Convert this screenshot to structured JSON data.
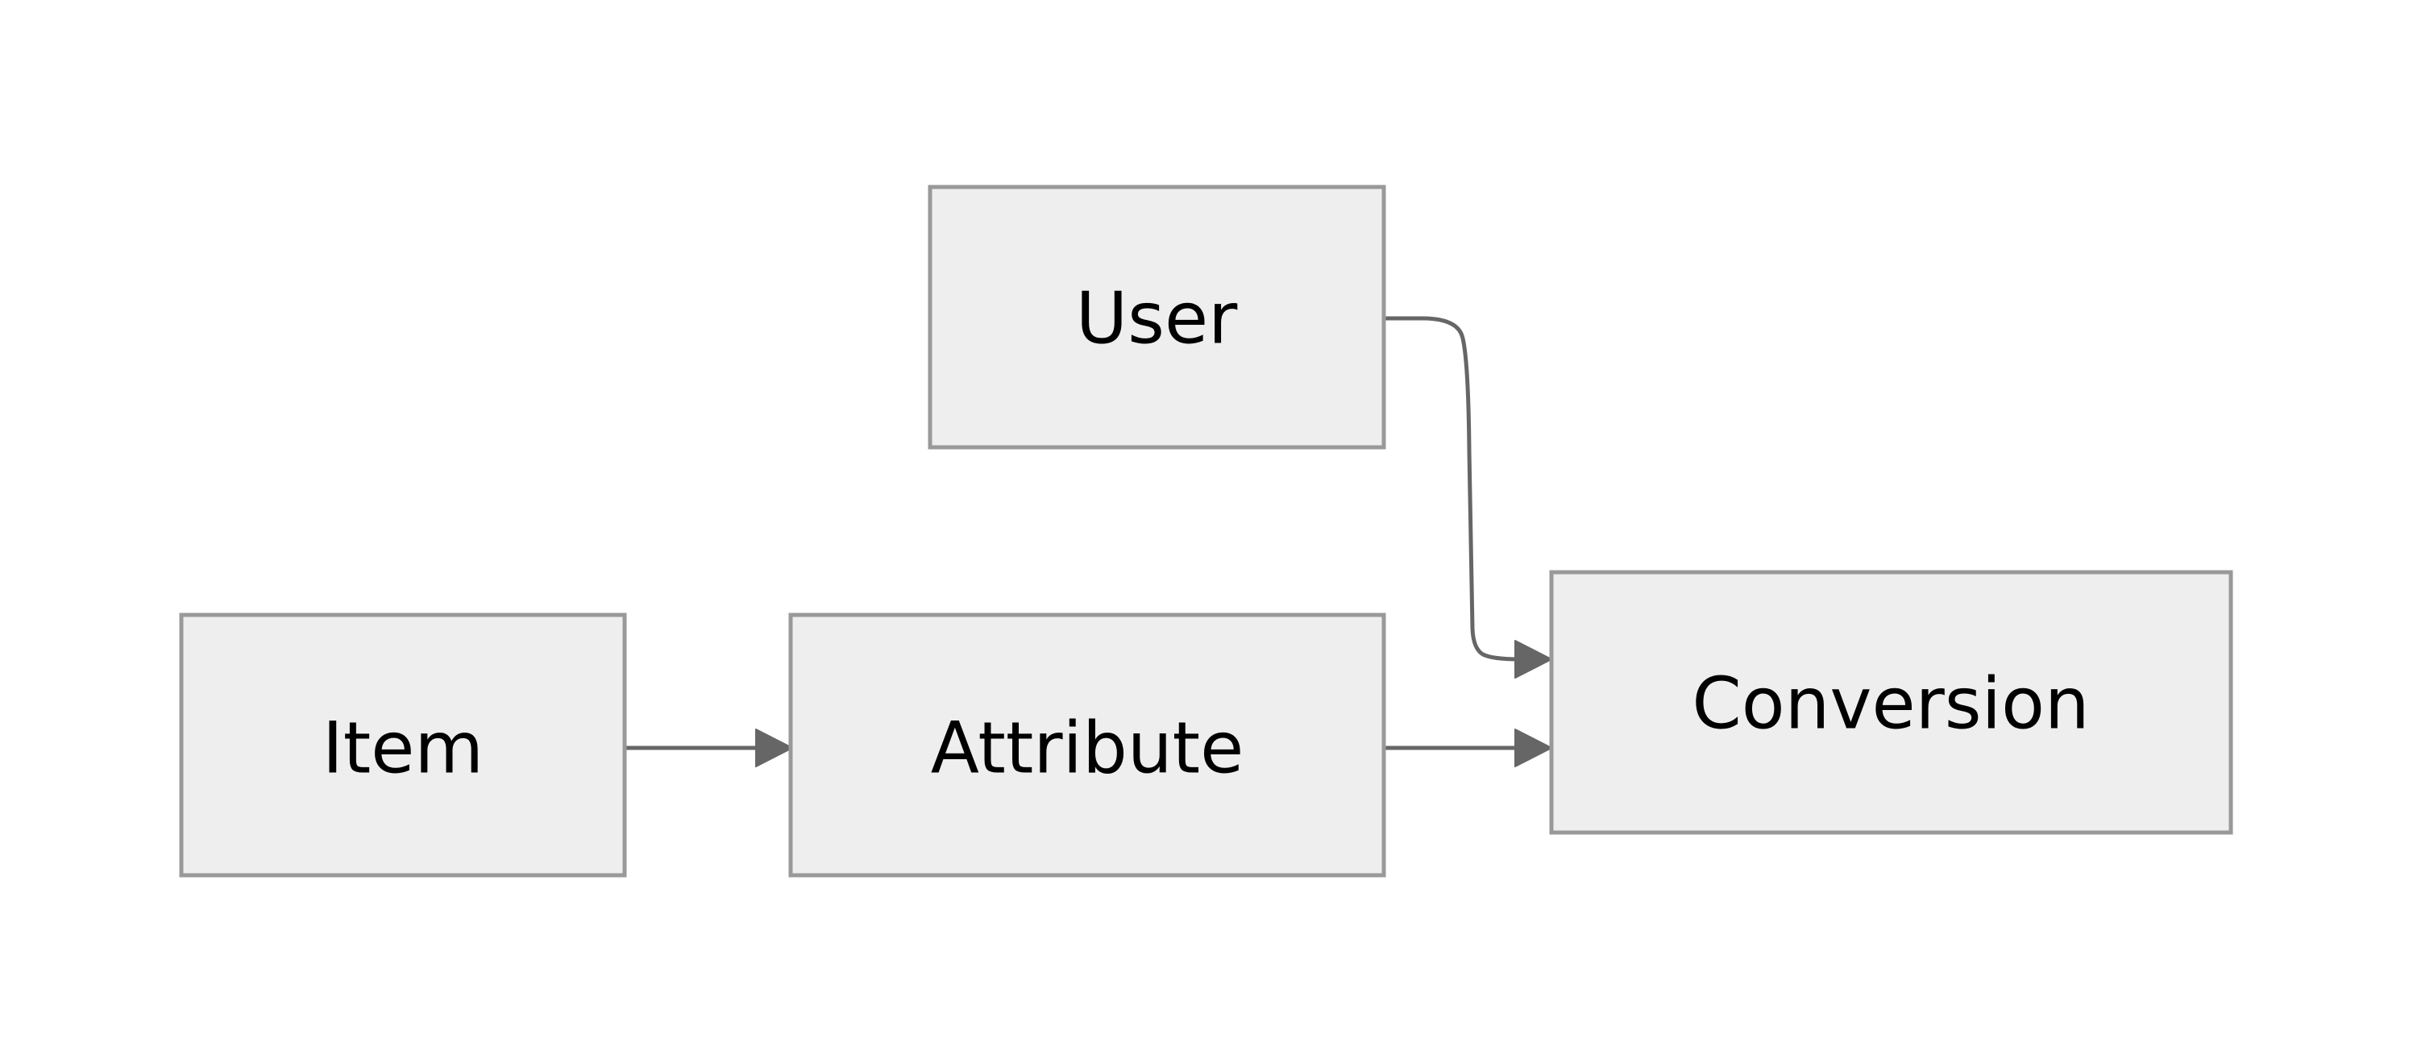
{
  "diagram": {
    "nodes": [
      {
        "id": "user",
        "label": "User"
      },
      {
        "id": "item",
        "label": "Item"
      },
      {
        "id": "attribute",
        "label": "Attribute"
      },
      {
        "id": "conversion",
        "label": "Conversion"
      }
    ],
    "edges": [
      {
        "from": "item",
        "to": "attribute"
      },
      {
        "from": "attribute",
        "to": "conversion"
      },
      {
        "from": "user",
        "to": "conversion"
      }
    ],
    "colors": {
      "node_fill": "#eeeeee",
      "node_border": "#999999",
      "edge": "#666666",
      "text": "#000000"
    }
  }
}
